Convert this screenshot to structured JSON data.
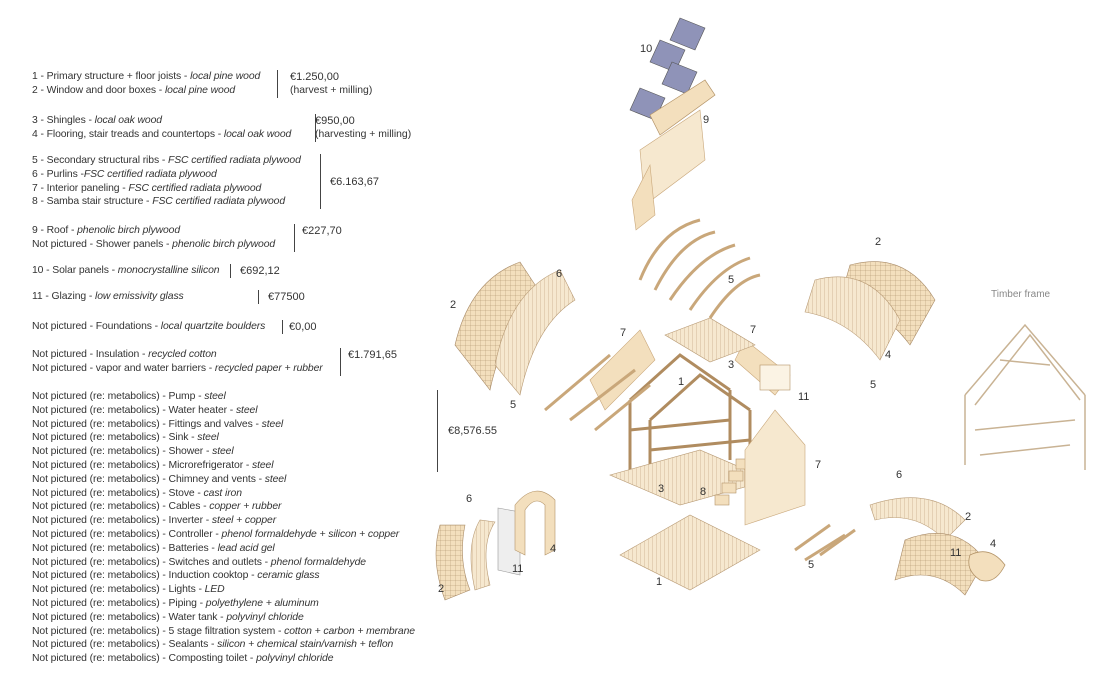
{
  "legend": [
    {
      "items": [
        {
          "text": "1 - Primary structure + floor joists - ",
          "material": "local pine wood"
        },
        {
          "text": "2 - Window and door boxes - ",
          "material": "local pine wood"
        }
      ],
      "cost": "€1.250,00",
      "note": "(harvest + milling)"
    },
    {
      "items": [
        {
          "text": "3 - Shingles  - ",
          "material": "local oak wood"
        },
        {
          "text": "4 - Flooring, stair treads and countertops - ",
          "material": "local oak wood"
        }
      ],
      "cost": "€950,00",
      "note": "(harvesting + milling)"
    },
    {
      "items": [
        {
          "text": "5 - Secondary structural ribs - ",
          "material": "FSC certified radiata plywood"
        },
        {
          "text": "6 - Purlins -",
          "material": "FSC certified radiata plywood"
        },
        {
          "text": "7 - Interior paneling - ",
          "material": "FSC certified radiata plywood"
        },
        {
          "text": "8 - Samba stair structure - ",
          "material": "FSC certified radiata plywood"
        }
      ],
      "cost": "€6.163,67",
      "note": ""
    },
    {
      "items": [
        {
          "text": "9 - Roof - ",
          "material": "phenolic birch plywood"
        },
        {
          "text": "Not pictured - Shower panels - ",
          "material": "phenolic birch plywood"
        }
      ],
      "cost": "€227,70",
      "note": ""
    },
    {
      "items": [
        {
          "text": "10 - Solar panels - ",
          "material": "monocrystalline silicon"
        }
      ],
      "cost": "€692,12",
      "note": ""
    },
    {
      "items": [
        {
          "text": "11 - Glazing - ",
          "material": "low emissivity glass"
        }
      ],
      "cost": "€77500",
      "note": ""
    },
    {
      "items": [
        {
          "text": "Not pictured - Foundations - ",
          "material": "local quartzite boulders"
        }
      ],
      "cost": "€0,00",
      "note": ""
    },
    {
      "items": [
        {
          "text": "Not pictured - Insulation - ",
          "material": "recycled cotton"
        },
        {
          "text": "Not pictured - vapor and water barriers - ",
          "material": "recycled paper + rubber"
        }
      ],
      "cost": "€1.791,65",
      "note": ""
    },
    {
      "items": [
        {
          "text": "Not pictured (re: metabolics) - Pump - ",
          "material": "steel"
        },
        {
          "text": "Not pictured (re: metabolics) - Water heater - ",
          "material": "steel"
        },
        {
          "text": "Not pictured (re: metabolics) - Fittings and valves - ",
          "material": "steel"
        },
        {
          "text": "Not pictured (re: metabolics) - Sink - ",
          "material": "steel"
        },
        {
          "text": "Not pictured (re: metabolics) - Shower - ",
          "material": "steel"
        },
        {
          "text": "Not pictured (re: metabolics) - Microrefrigerator - ",
          "material": "steel"
        },
        {
          "text": "Not pictured (re: metabolics) - Chimney and vents - ",
          "material": "steel"
        },
        {
          "text": "Not pictured (re: metabolics) - Stove - ",
          "material": "cast iron"
        },
        {
          "text": "Not pictured (re: metabolics) - Cables - ",
          "material": "copper + rubber"
        },
        {
          "text": "Not pictured (re: metabolics) - Inverter - ",
          "material": "steel + copper"
        },
        {
          "text": "Not pictured (re: metabolics) - Controller - ",
          "material": "phenol formaldehyde + silicon + copper"
        },
        {
          "text": "Not pictured (re: metabolics) - Batteries - ",
          "material": "lead acid gel"
        },
        {
          "text": "Not pictured (re: metabolics) - Switches and outlets - ",
          "material": "phenol formaldehyde"
        },
        {
          "text": "Not pictured (re: metabolics) - Induction cooktop - ",
          "material": "ceramic glass"
        },
        {
          "text": "Not pictured (re: metabolics) - Lights - ",
          "material": "LED"
        },
        {
          "text": "Not pictured (re: metabolics) - Piping - ",
          "material": "polyethylene + aluminum"
        },
        {
          "text": "Not pictured (re: metabolics) - Water tank - ",
          "material": "polyvinyl chloride"
        },
        {
          "text": "Not pictured (re: metabolics) - 5 stage filtration system - ",
          "material": "cotton + carbon + membrane"
        },
        {
          "text": "Not pictured (re: metabolics) - Sealants - ",
          "material": "silicon + chemical stain/varnish + teflon"
        },
        {
          "text": "Not pictured (re: metabolics) - Composting toilet - ",
          "material": "polyvinyl chloride"
        }
      ],
      "cost": "€8,576.55",
      "note": ""
    }
  ],
  "drawing": {
    "timber_frame_label": "Timber frame",
    "labels": [
      "10",
      "9",
      "5",
      "2",
      "6",
      "7",
      "7",
      "3",
      "1",
      "2",
      "4",
      "5",
      "5",
      "11",
      "3",
      "8",
      "7",
      "6",
      "4",
      "11",
      "2",
      "6",
      "2",
      "11",
      "4",
      "1",
      "5"
    ]
  },
  "colors": {
    "wood": "#f3dfbd",
    "wood_line": "#c9a77a",
    "panel": "#8f93b8",
    "text": "#333333"
  }
}
